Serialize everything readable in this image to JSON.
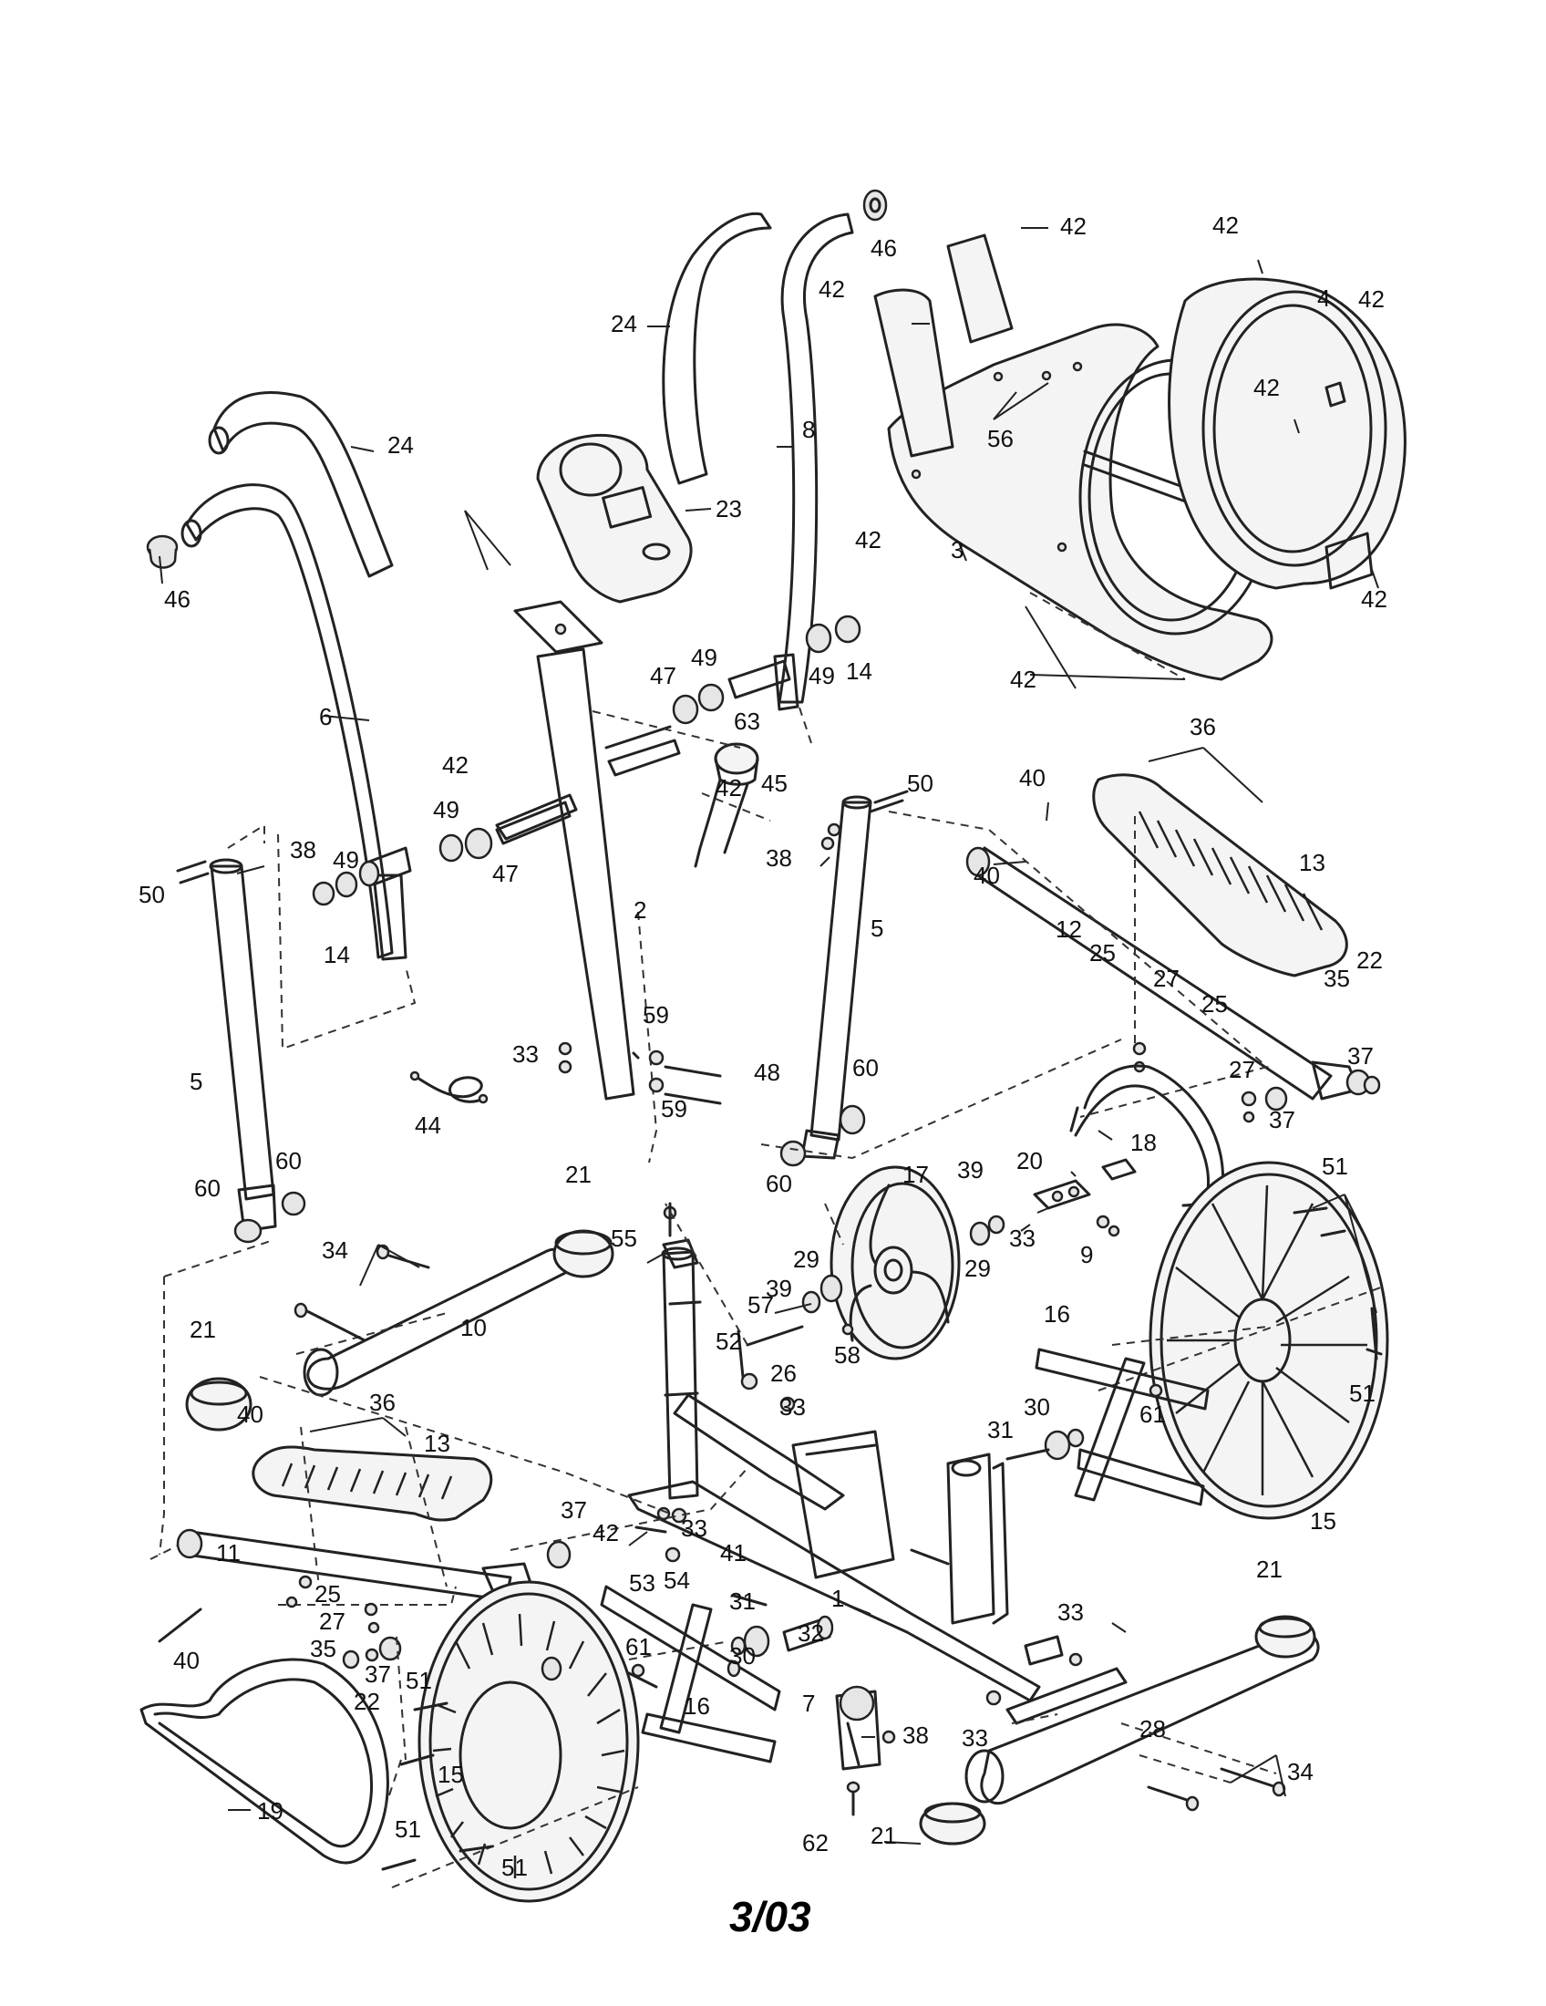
{
  "diagram": {
    "footer_text": "3/03",
    "callouts": [
      {
        "id": "c-24-left",
        "text": "24"
      },
      {
        "id": "c-46-left",
        "text": "46"
      },
      {
        "id": "c-6",
        "text": "6"
      },
      {
        "id": "c-42-handle",
        "text": "42"
      },
      {
        "id": "c-24-right",
        "text": "24"
      },
      {
        "id": "c-8",
        "text": "8"
      },
      {
        "id": "c-46-right",
        "text": "46"
      },
      {
        "id": "c-23",
        "text": "23"
      },
      {
        "id": "c-42-a",
        "text": "42"
      },
      {
        "id": "c-42-b",
        "text": "42"
      },
      {
        "id": "c-42-c",
        "text": "42"
      },
      {
        "id": "c-42-d",
        "text": "42"
      },
      {
        "id": "c-4",
        "text": "4"
      },
      {
        "id": "c-56",
        "text": "56"
      },
      {
        "id": "c-42-e",
        "text": "42"
      },
      {
        "id": "c-3",
        "text": "3"
      },
      {
        "id": "c-42-f",
        "text": "42"
      },
      {
        "id": "c-42-g",
        "text": "42"
      },
      {
        "id": "c-42-h",
        "text": "42"
      },
      {
        "id": "c-47-top",
        "text": "47"
      },
      {
        "id": "c-49-top",
        "text": "49"
      },
      {
        "id": "c-49-right",
        "text": "49"
      },
      {
        "id": "c-14-right",
        "text": "14"
      },
      {
        "id": "c-63",
        "text": "63"
      },
      {
        "id": "c-45",
        "text": "45"
      },
      {
        "id": "c-42-i",
        "text": "42"
      },
      {
        "id": "c-38-right",
        "text": "38"
      },
      {
        "id": "c-50-right",
        "text": "50"
      },
      {
        "id": "c-36-right",
        "text": "36"
      },
      {
        "id": "c-40-a",
        "text": "40"
      },
      {
        "id": "c-40-b",
        "text": "40"
      },
      {
        "id": "c-13-right",
        "text": "13"
      },
      {
        "id": "c-12",
        "text": "12"
      },
      {
        "id": "c-38-left",
        "text": "38"
      },
      {
        "id": "c-49-mid",
        "text": "49"
      },
      {
        "id": "c-49-left",
        "text": "49"
      },
      {
        "id": "c-47-mid",
        "text": "47"
      },
      {
        "id": "c-50-left",
        "text": "50"
      },
      {
        "id": "c-14-left",
        "text": "14"
      },
      {
        "id": "c-2",
        "text": "2"
      },
      {
        "id": "c-5-right",
        "text": "5"
      },
      {
        "id": "c-25-right",
        "text": "25"
      },
      {
        "id": "c-27-right",
        "text": "27"
      },
      {
        "id": "c-35-right",
        "text": "35"
      },
      {
        "id": "c-22-right",
        "text": "22"
      },
      {
        "id": "c-25-right2",
        "text": "25"
      },
      {
        "id": "c-27-right2",
        "text": "27"
      },
      {
        "id": "c-37-right",
        "text": "37"
      },
      {
        "id": "c-37-right2",
        "text": "37"
      },
      {
        "id": "c-59-top",
        "text": "59"
      },
      {
        "id": "c-33-mid",
        "text": "33"
      },
      {
        "id": "c-48",
        "text": "48"
      },
      {
        "id": "c-59-bottom",
        "text": "59"
      },
      {
        "id": "c-44",
        "text": "44"
      },
      {
        "id": "c-5-left",
        "text": "5"
      },
      {
        "id": "c-60-right",
        "text": "60"
      },
      {
        "id": "c-60-right2",
        "text": "60"
      },
      {
        "id": "c-18",
        "text": "18"
      },
      {
        "id": "c-20",
        "text": "20"
      },
      {
        "id": "c-9",
        "text": "9"
      },
      {
        "id": "c-17",
        "text": "17"
      },
      {
        "id": "c-39-top",
        "text": "39"
      },
      {
        "id": "c-33-top",
        "text": "33"
      },
      {
        "id": "c-29-top",
        "text": "29"
      },
      {
        "id": "c-29-right",
        "text": "29"
      },
      {
        "id": "c-51-top",
        "text": "51"
      },
      {
        "id": "c-60-left",
        "text": "60"
      },
      {
        "id": "c-60-left2",
        "text": "60"
      },
      {
        "id": "c-21-top",
        "text": "21"
      },
      {
        "id": "c-55",
        "text": "55"
      },
      {
        "id": "c-34-top",
        "text": "34"
      },
      {
        "id": "c-10",
        "text": "10"
      },
      {
        "id": "c-21-left",
        "text": "21"
      },
      {
        "id": "c-57",
        "text": "57"
      },
      {
        "id": "c-39-mid",
        "text": "39"
      },
      {
        "id": "c-52",
        "text": "52"
      },
      {
        "id": "c-58",
        "text": "58"
      },
      {
        "id": "c-26",
        "text": "26"
      },
      {
        "id": "c-16-right",
        "text": "16"
      },
      {
        "id": "c-61-right",
        "text": "61"
      },
      {
        "id": "c-51-right",
        "text": "51"
      },
      {
        "id": "c-30-right",
        "text": "30"
      },
      {
        "id": "c-31-right",
        "text": "31"
      },
      {
        "id": "c-15-right",
        "text": "15"
      },
      {
        "id": "c-40-left",
        "text": "40"
      },
      {
        "id": "c-36-left",
        "text": "36"
      },
      {
        "id": "c-13-left",
        "text": "13"
      },
      {
        "id": "c-33-mid2",
        "text": "33"
      },
      {
        "id": "c-37-left",
        "text": "37"
      },
      {
        "id": "c-42-lower",
        "text": "42"
      },
      {
        "id": "c-33-lower",
        "text": "33"
      },
      {
        "id": "c-53",
        "text": "53"
      },
      {
        "id": "c-54",
        "text": "54"
      },
      {
        "id": "c-41",
        "text": "41"
      },
      {
        "id": "c-11",
        "text": "11"
      },
      {
        "id": "c-1",
        "text": "1"
      },
      {
        "id": "c-31-lower",
        "text": "31"
      },
      {
        "id": "c-32",
        "text": "32"
      },
      {
        "id": "c-21-lower",
        "text": "21"
      },
      {
        "id": "c-33-bottom",
        "text": "33"
      },
      {
        "id": "c-25-left",
        "text": "25"
      },
      {
        "id": "c-27-left",
        "text": "27"
      },
      {
        "id": "c-35-left",
        "text": "35"
      },
      {
        "id": "c-37-left2",
        "text": "37"
      },
      {
        "id": "c-22-left",
        "text": "22"
      },
      {
        "id": "c-40-bottom",
        "text": "40"
      },
      {
        "id": "c-61-lower",
        "text": "61"
      },
      {
        "id": "c-30-lower",
        "text": "30"
      },
      {
        "id": "c-16-lower",
        "text": "16"
      },
      {
        "id": "c-51-left",
        "text": "51"
      },
      {
        "id": "c-15-left",
        "text": "15"
      },
      {
        "id": "c-7",
        "text": "7"
      },
      {
        "id": "c-38-lower",
        "text": "38"
      },
      {
        "id": "c-33-bottom2",
        "text": "33"
      },
      {
        "id": "c-28",
        "text": "28"
      },
      {
        "id": "c-34-bottom",
        "text": "34"
      },
      {
        "id": "c-19",
        "text": "19"
      },
      {
        "id": "c-51-bottom",
        "text": "51"
      },
      {
        "id": "c-51-bottom2",
        "text": "51"
      },
      {
        "id": "c-62",
        "text": "62"
      },
      {
        "id": "c-21-bottom",
        "text": "21"
      }
    ]
  }
}
